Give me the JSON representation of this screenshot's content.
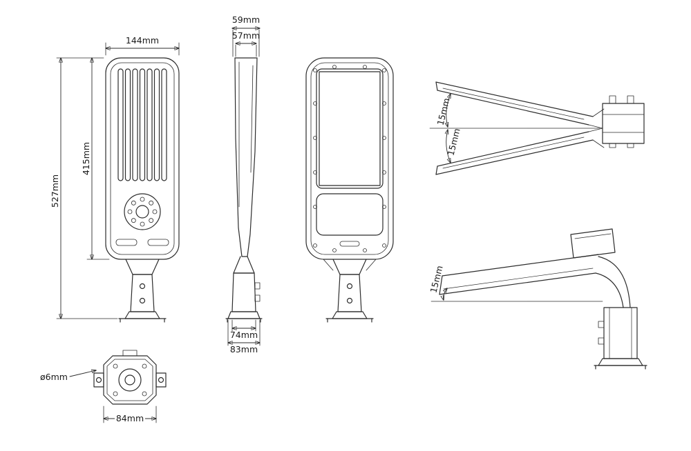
{
  "drawing": {
    "background": "#ffffff",
    "line_color": "#2b2b2b"
  },
  "dimensions": {
    "head_width": "144mm",
    "side_width_outer": "59mm",
    "side_width_inner": "57mm",
    "overall_height": "527mm",
    "housing_height": "415mm",
    "arm_width_inner": "74mm",
    "arm_width_outer": "83mm",
    "tilt_up": "15mm",
    "tilt_down": "15mm",
    "tilt_installed": "15mm",
    "hole_diameter": "ø6mm",
    "base_width": "84mm"
  }
}
